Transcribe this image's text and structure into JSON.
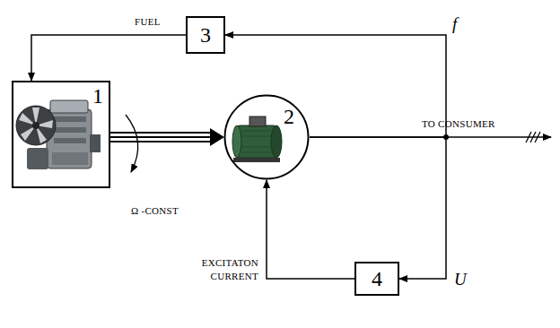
{
  "diagram": {
    "nodes": [
      {
        "text": [
          "3"
        ]
      },
      {
        "text": [
          "1"
        ]
      },
      {
        "text": [
          "2"
        ]
      },
      {
        "text": [
          "4"
        ]
      }
    ],
    "edges": [
      {
        "from": 0,
        "to": 1,
        "arrow": "to"
      },
      {
        "from": 1,
        "to": 2,
        "arrow": "to"
      },
      {
        "from": 2,
        "to": 0,
        "arrow": "to"
      },
      {
        "from": 2,
        "to": 3,
        "arrow": "to"
      },
      {
        "from": 3,
        "to": 2,
        "arrow": "to"
      }
    ],
    "labels": [
      "FUEL",
      "f",
      "Ω -CONST",
      "TO CONSUMER",
      "U",
      "EXCITATON CURRENT"
    ]
  }
}
